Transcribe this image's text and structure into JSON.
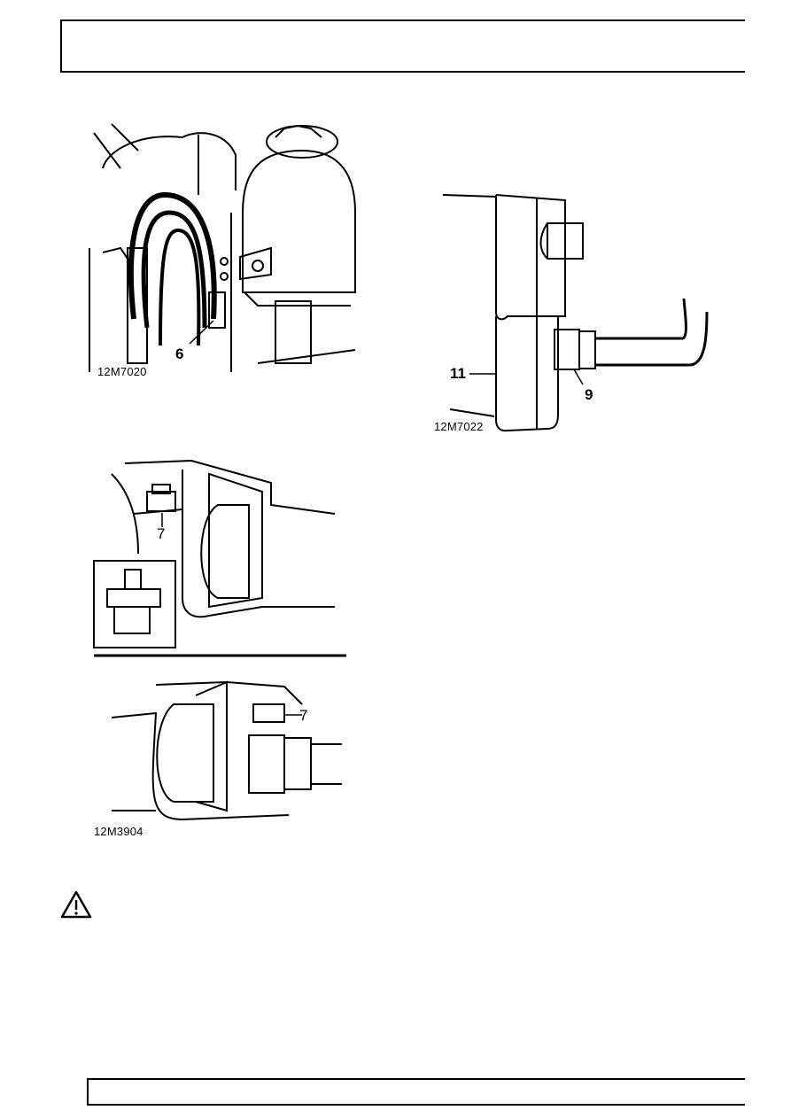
{
  "figures": [
    {
      "code": "12M7020",
      "callouts": [
        "6"
      ]
    },
    {
      "code": "12M7022",
      "callouts": [
        "11",
        "9"
      ]
    },
    {
      "code": "12M3904",
      "callouts": [
        "7",
        "7"
      ]
    }
  ],
  "warning": {
    "icon": "warning-triangle-icon"
  }
}
